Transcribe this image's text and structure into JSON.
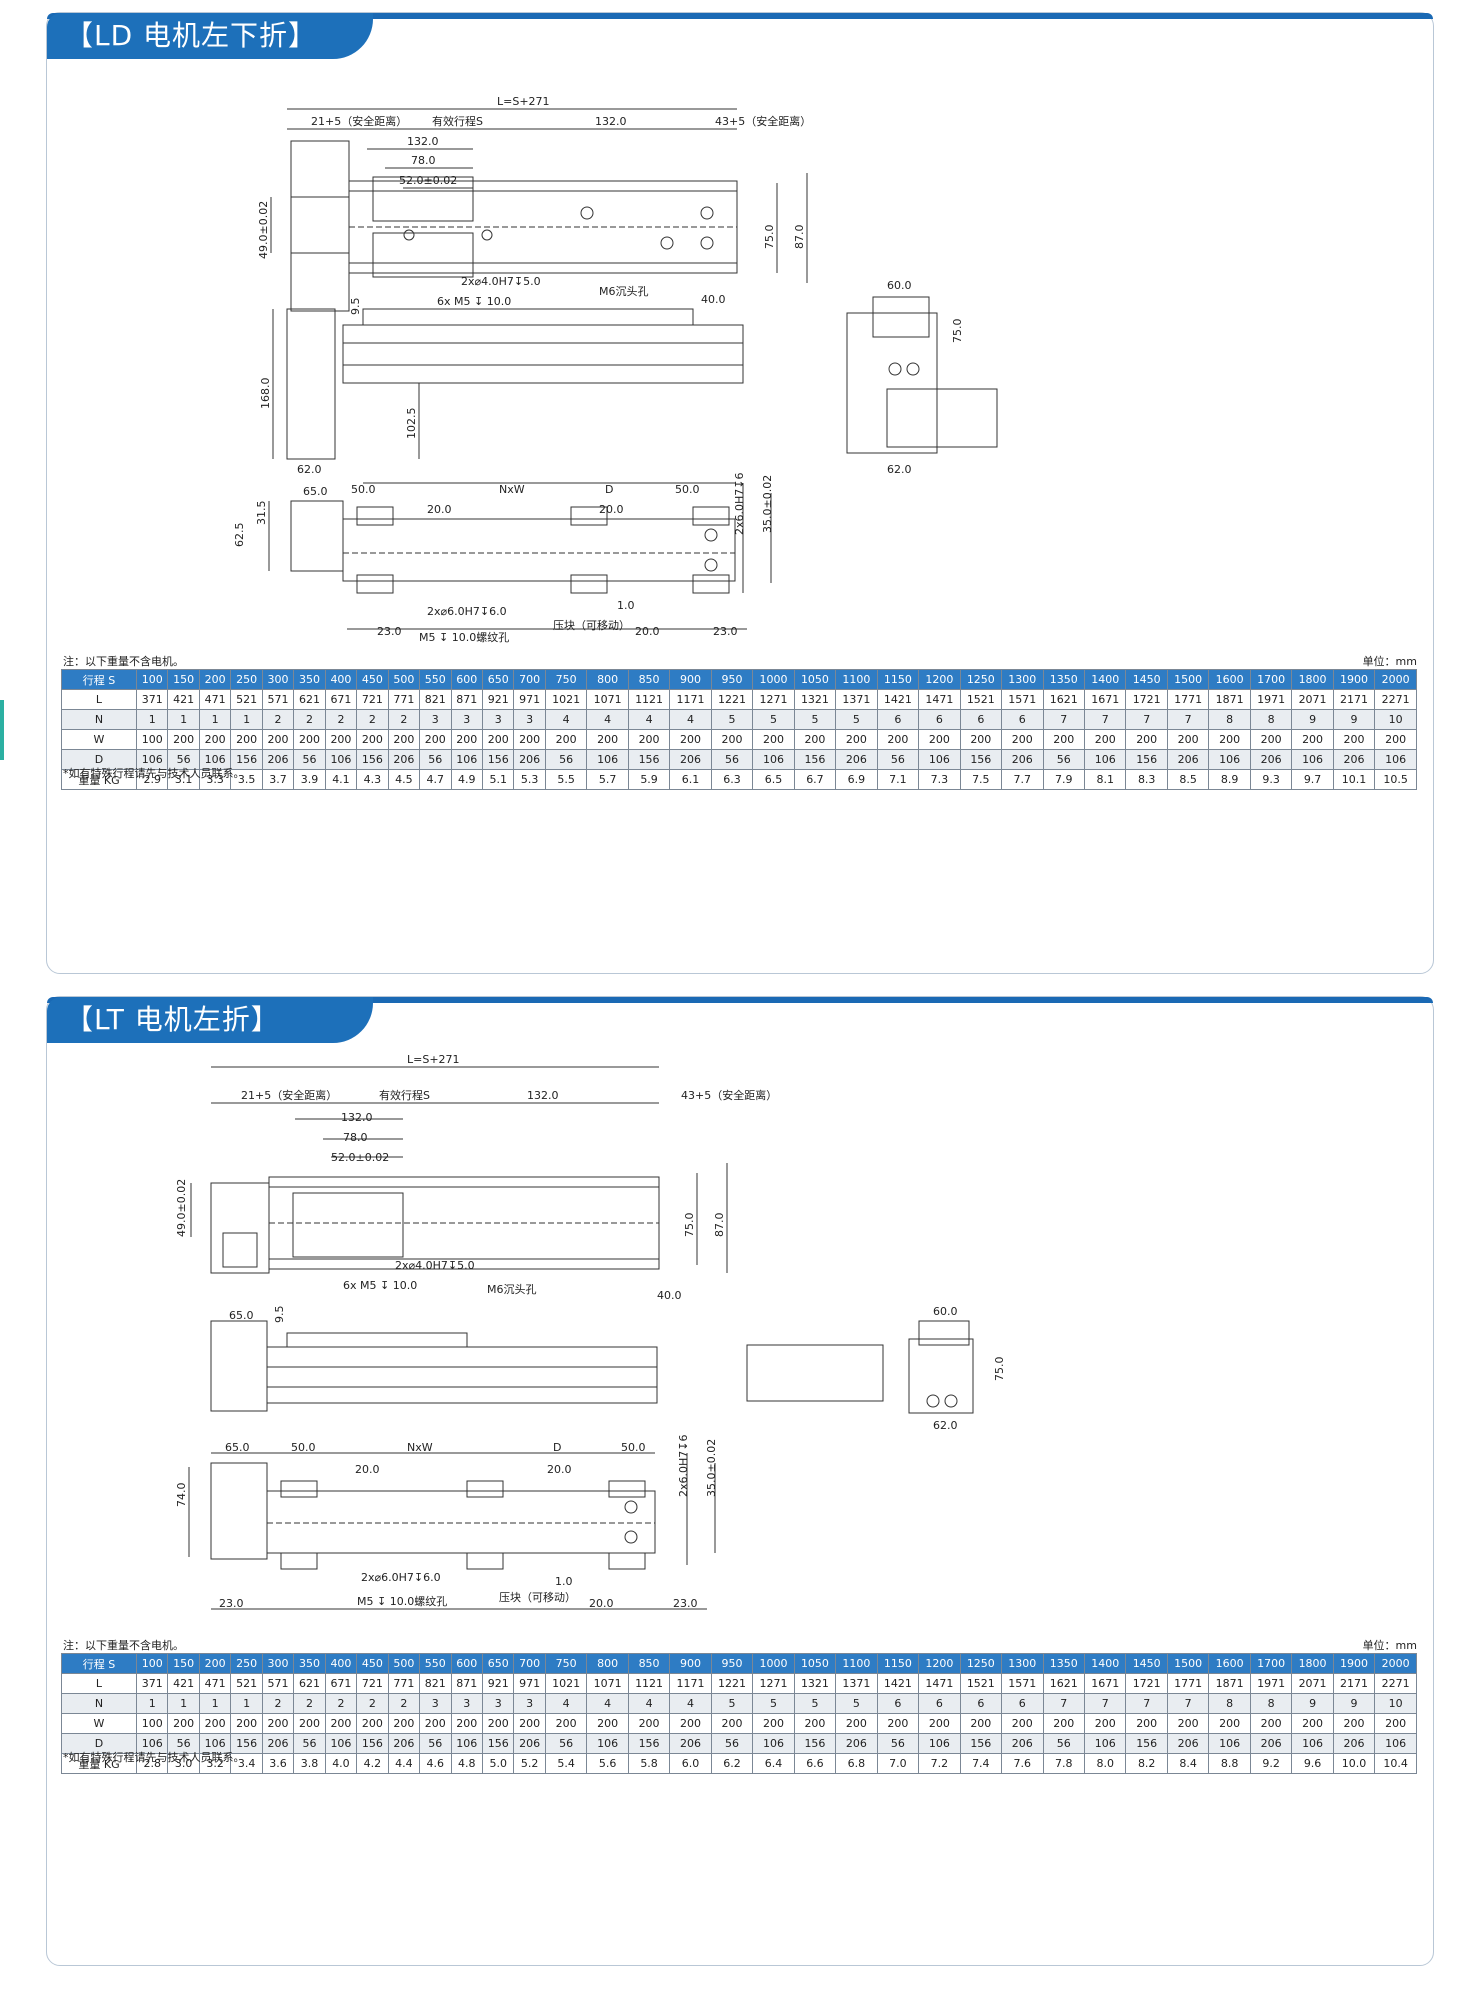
{
  "sections": [
    {
      "title": "【LD 电机左下折】",
      "dims": {
        "total": "L=S+271",
        "safe_left": "21+5（安全距离）",
        "stroke": "有效行程S",
        "d132a": "132.0",
        "safe_right": "43+5（安全距离）",
        "d132b": "132.0",
        "d78": "78.0",
        "d52": "52.0±0.02",
        "d49": "49.0±0.02",
        "pin_hole": "2x⌀4.0H7↧5.0",
        "m5_holes": "6x  M5 ↧ 10.0",
        "m6": "M6沉头孔",
        "d40": "40.0",
        "d75": "75.0",
        "d87": "87.0",
        "d95": "9.5",
        "d168": "168.0",
        "d1025": "102.5",
        "d62": "62.0",
        "d60": "60.0",
        "d75side": "75.0",
        "d62side": "62.0",
        "d65": "65.0",
        "d50l": "50.0",
        "nxw": "NxW",
        "dd": "D",
        "d50r": "50.0",
        "d20a": "20.0",
        "d20b": "20.0",
        "d315": "31.5",
        "d625": "62.5",
        "pin6": "2x6.0H7↧6",
        "d35": "35.0±0.02",
        "hole6": "2x⌀6.0H7↧6.0",
        "d10": "1.0",
        "clamp": "压块（可移动）",
        "m5thread": "M5 ↧ 10.0螺纹孔",
        "d23l": "23.0",
        "d20c": "20.0",
        "d23r": "23.0"
      },
      "note_left": "注：以下重量不含电机。",
      "note_right": "单位：mm",
      "footnote": "*如有特殊行程请先与技术人员联系。",
      "table": {
        "header_label": "行程 S",
        "strokes": [
          "100",
          "150",
          "200",
          "250",
          "300",
          "350",
          "400",
          "450",
          "500",
          "550",
          "600",
          "650",
          "700",
          "750",
          "800",
          "850",
          "900",
          "950",
          "1000",
          "1050",
          "1100",
          "1150",
          "1200",
          "1250",
          "1300",
          "1350",
          "1400",
          "1450",
          "1500",
          "1600",
          "1700",
          "1800",
          "1900",
          "2000"
        ],
        "rows": [
          {
            "label": "L",
            "values": [
              "371",
              "421",
              "471",
              "521",
              "571",
              "621",
              "671",
              "721",
              "771",
              "821",
              "871",
              "921",
              "971",
              "1021",
              "1071",
              "1121",
              "1171",
              "1221",
              "1271",
              "1321",
              "1371",
              "1421",
              "1471",
              "1521",
              "1571",
              "1621",
              "1671",
              "1721",
              "1771",
              "1871",
              "1971",
              "2071",
              "2171",
              "2271"
            ]
          },
          {
            "label": "N",
            "values": [
              "1",
              "1",
              "1",
              "1",
              "2",
              "2",
              "2",
              "2",
              "2",
              "3",
              "3",
              "3",
              "3",
              "4",
              "4",
              "4",
              "4",
              "5",
              "5",
              "5",
              "5",
              "6",
              "6",
              "6",
              "6",
              "7",
              "7",
              "7",
              "7",
              "8",
              "8",
              "9",
              "9",
              "10"
            ]
          },
          {
            "label": "W",
            "values": [
              "100",
              "200",
              "200",
              "200",
              "200",
              "200",
              "200",
              "200",
              "200",
              "200",
              "200",
              "200",
              "200",
              "200",
              "200",
              "200",
              "200",
              "200",
              "200",
              "200",
              "200",
              "200",
              "200",
              "200",
              "200",
              "200",
              "200",
              "200",
              "200",
              "200",
              "200",
              "200",
              "200",
              "200"
            ]
          },
          {
            "label": "D",
            "values": [
              "106",
              "56",
              "106",
              "156",
              "206",
              "56",
              "106",
              "156",
              "206",
              "56",
              "106",
              "156",
              "206",
              "56",
              "106",
              "156",
              "206",
              "56",
              "106",
              "156",
              "206",
              "56",
              "106",
              "156",
              "206",
              "56",
              "106",
              "156",
              "206",
              "106",
              "206",
              "106",
              "206",
              "106"
            ]
          },
          {
            "label": "重量 KG",
            "values": [
              "2.9",
              "3.1",
              "3.3",
              "3.5",
              "3.7",
              "3.9",
              "4.1",
              "4.3",
              "4.5",
              "4.7",
              "4.9",
              "5.1",
              "5.3",
              "5.5",
              "5.7",
              "5.9",
              "6.1",
              "6.3",
              "6.5",
              "6.7",
              "6.9",
              "7.1",
              "7.3",
              "7.5",
              "7.7",
              "7.9",
              "8.1",
              "8.3",
              "8.5",
              "8.9",
              "9.3",
              "9.7",
              "10.1",
              "10.5"
            ]
          }
        ]
      }
    },
    {
      "title": "【LT 电机左折】",
      "dims": {
        "total": "L=S+271",
        "safe_left": "21+5（安全距离）",
        "stroke": "有效行程S",
        "d132a": "132.0",
        "safe_right": "43+5（安全距离）",
        "d132b": "132.0",
        "d78": "78.0",
        "d52": "52.0±0.02",
        "d49": "49.0±0.02",
        "pin_hole": "2x⌀4.0H7↧5.0",
        "m5_holes": "6x  M5 ↧ 10.0",
        "m6": "M6沉头孔",
        "d40": "40.0",
        "d75": "75.0",
        "d87": "87.0",
        "d95": "9.5",
        "d65top": "65.0",
        "d60": "60.0",
        "d75side": "75.0",
        "d62side": "62.0",
        "d65": "65.0",
        "d50l": "50.0",
        "nxw": "NxW",
        "dd": "D",
        "d50r": "50.0",
        "d20a": "20.0",
        "d20b": "20.0",
        "d74": "74.0",
        "pin6": "2x6.0H7↧6",
        "d35": "35.0±0.02",
        "hole6": "2x⌀6.0H7↧6.0",
        "d10": "1.0",
        "clamp": "压块（可移动）",
        "m5thread": "M5 ↧ 10.0螺纹孔",
        "d23l": "23.0",
        "d20c": "20.0",
        "d23r": "23.0"
      },
      "note_left": "注：以下重量不含电机。",
      "note_right": "单位：mm",
      "footnote": "*如有特殊行程请先与技术人员联系。",
      "table": {
        "header_label": "行程 S",
        "strokes": [
          "100",
          "150",
          "200",
          "250",
          "300",
          "350",
          "400",
          "450",
          "500",
          "550",
          "600",
          "650",
          "700",
          "750",
          "800",
          "850",
          "900",
          "950",
          "1000",
          "1050",
          "1100",
          "1150",
          "1200",
          "1250",
          "1300",
          "1350",
          "1400",
          "1450",
          "1500",
          "1600",
          "1700",
          "1800",
          "1900",
          "2000"
        ],
        "rows": [
          {
            "label": "L",
            "values": [
              "371",
              "421",
              "471",
              "521",
              "571",
              "621",
              "671",
              "721",
              "771",
              "821",
              "871",
              "921",
              "971",
              "1021",
              "1071",
              "1121",
              "1171",
              "1221",
              "1271",
              "1321",
              "1371",
              "1421",
              "1471",
              "1521",
              "1571",
              "1621",
              "1671",
              "1721",
              "1771",
              "1871",
              "1971",
              "2071",
              "2171",
              "2271"
            ]
          },
          {
            "label": "N",
            "values": [
              "1",
              "1",
              "1",
              "1",
              "2",
              "2",
              "2",
              "2",
              "2",
              "3",
              "3",
              "3",
              "3",
              "4",
              "4",
              "4",
              "4",
              "5",
              "5",
              "5",
              "5",
              "6",
              "6",
              "6",
              "6",
              "7",
              "7",
              "7",
              "7",
              "8",
              "8",
              "9",
              "9",
              "10"
            ]
          },
          {
            "label": "W",
            "values": [
              "100",
              "200",
              "200",
              "200",
              "200",
              "200",
              "200",
              "200",
              "200",
              "200",
              "200",
              "200",
              "200",
              "200",
              "200",
              "200",
              "200",
              "200",
              "200",
              "200",
              "200",
              "200",
              "200",
              "200",
              "200",
              "200",
              "200",
              "200",
              "200",
              "200",
              "200",
              "200",
              "200",
              "200"
            ]
          },
          {
            "label": "D",
            "values": [
              "106",
              "56",
              "106",
              "156",
              "206",
              "56",
              "106",
              "156",
              "206",
              "56",
              "106",
              "156",
              "206",
              "56",
              "106",
              "156",
              "206",
              "56",
              "106",
              "156",
              "206",
              "56",
              "106",
              "156",
              "206",
              "56",
              "106",
              "156",
              "206",
              "106",
              "206",
              "106",
              "206",
              "106"
            ]
          },
          {
            "label": "重量 KG",
            "values": [
              "2.8",
              "3.0",
              "3.2",
              "3.4",
              "3.6",
              "3.8",
              "4.0",
              "4.2",
              "4.4",
              "4.6",
              "4.8",
              "5.0",
              "5.2",
              "5.4",
              "5.6",
              "5.8",
              "6.0",
              "6.2",
              "6.4",
              "6.6",
              "6.8",
              "7.0",
              "7.2",
              "7.4",
              "7.6",
              "7.8",
              "8.0",
              "8.2",
              "8.4",
              "8.8",
              "9.2",
              "9.6",
              "10.0",
              "10.4"
            ]
          }
        ]
      }
    }
  ]
}
